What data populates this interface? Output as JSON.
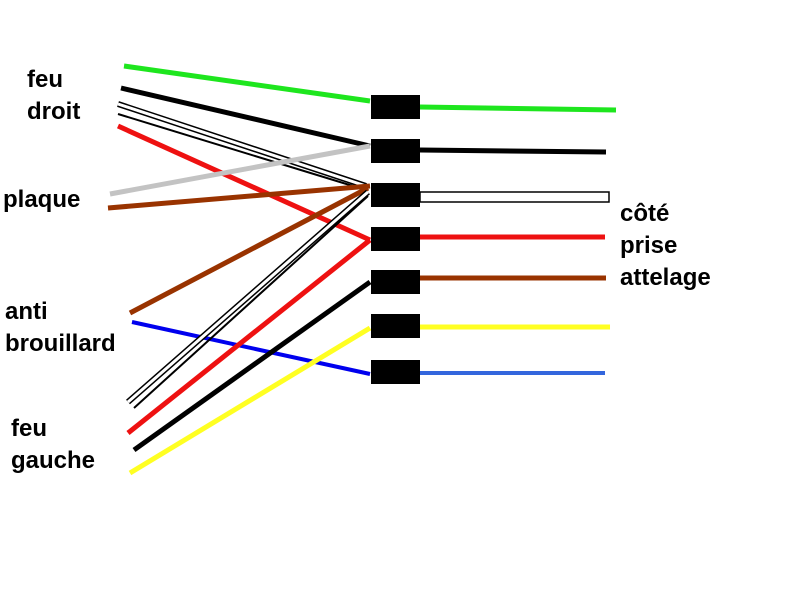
{
  "labels": {
    "feu_droit": [
      "feu",
      "droit"
    ],
    "plaque": [
      "plaque"
    ],
    "anti_brouillard": [
      "anti",
      "brouillard"
    ],
    "feu_gauche": [
      "feu",
      "gauche"
    ],
    "cote_prise": [
      "côté",
      "prise",
      "attelage"
    ]
  },
  "colors": {
    "green": "#1ee61e",
    "black": "#000000",
    "white": "#ffffff",
    "grey": "#c3c3c3",
    "brown": "#993300",
    "red": "#ee1111",
    "blue": "#0000ee",
    "blue_right": "#3366dd",
    "yellow": "#ffff22",
    "terminal": "#000000"
  }
}
